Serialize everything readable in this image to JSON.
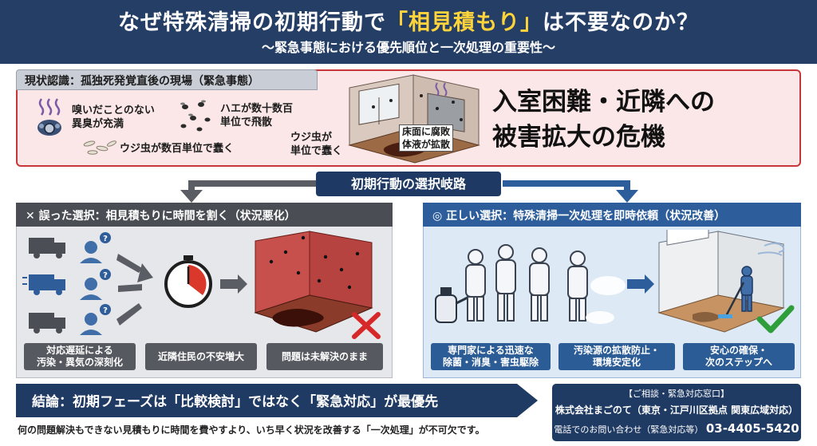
{
  "header": {
    "title_pre": "なぜ特殊清掃の初期行動で",
    "title_highlight": "「相見積もり」",
    "title_post": "は不要なのか？",
    "subtitle": "〜緊急事態における優先順位と一次処理の重要性〜"
  },
  "status": {
    "tab": "現状認識：孤独死発覚直後の現場（緊急事態）",
    "smell_line1": "嗅いだことのない",
    "smell_line2": "異臭が充満",
    "flies_line1": "ハエが数十数百",
    "flies_line2": "単位で飛散",
    "maggots_a": "ウジ虫が数百単位で蠢く",
    "maggots_b_line1": "ウジ虫が",
    "maggots_b_line2": "単位で蠢く",
    "floor_line1": "床面に腐敗",
    "floor_line2": "体液が拡散",
    "headline_line1": "入室困難・近隣への",
    "headline_line2": "被害拡大の危機"
  },
  "branch": {
    "label": "初期行動の選択岐路"
  },
  "bad": {
    "title": "✕ 誤った選択：相見積もりに時間を割く（状況悪化）",
    "captions": [
      {
        "line1": "対応遅延による",
        "line2": "汚染・異気の深刻化"
      },
      {
        "line1": "近隣住民の不安増大",
        "line2": ""
      },
      {
        "line1": "問題は未解決のまま",
        "line2": ""
      }
    ]
  },
  "good": {
    "title": "◎ 正しい選択：特殊清掃一次処理を即時依頼（状況改善）",
    "captions": [
      {
        "line1": "専門家による迅速な",
        "line2": "除菌・消臭・害虫駆除"
      },
      {
        "line1": "汚染源の拡散防止・",
        "line2": "環境安定化"
      },
      {
        "line1": "安心の確保・",
        "line2": "次のステップへ"
      }
    ]
  },
  "conclusion": {
    "text": "結論：初期フェーズは「比較検討」ではなく「緊急対応」が最優先",
    "note": "何の問題解決もできない見積もりに時間を費やすより、いち早く状況を改善する「一次処理」が不可欠です。"
  },
  "contact": {
    "heading": "【ご相談・緊急対応窓口】",
    "company": "株式会社まごのて（東京・江戸川区拠点 関東広域対応）",
    "phone_label": "電話でのお問い合わせ（緊急対応等）",
    "phone": "03-4405-5420"
  },
  "colors": {
    "navy": "#243e66",
    "highlight": "#ffd43b",
    "danger": "#c6363a",
    "bad_panel": "#4a4d53",
    "good_panel": "#2d5e9b",
    "check": "#2e9e3a"
  }
}
